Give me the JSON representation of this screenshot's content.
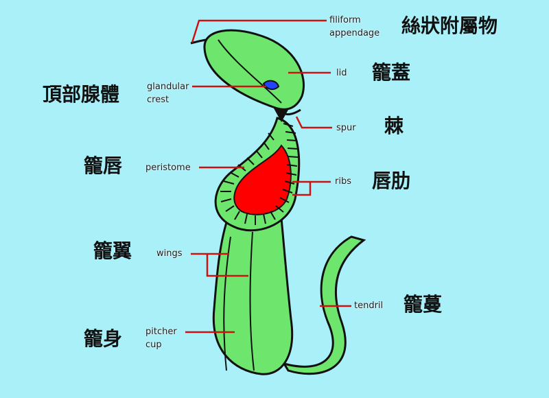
{
  "colors": {
    "background": "#aaf0f8",
    "pitcher_fill": "#6ee66e",
    "outline": "#111111",
    "leader": "#cc1111",
    "inner_mouth": "#ff0000",
    "gland": "#2244ff"
  },
  "labels": {
    "filiform": {
      "en_line1": "filiform",
      "en_line2": "appendage",
      "zh": "絲狀附屬物"
    },
    "lid": {
      "en": "lid",
      "zh": "籠蓋"
    },
    "glandular": {
      "en_line1": "glandular",
      "en_line2": "crest",
      "zh": "頂部腺體"
    },
    "spur": {
      "en": "spur",
      "zh": "棘"
    },
    "peristome": {
      "en": "peristome",
      "zh": "籠唇"
    },
    "ribs": {
      "en": "ribs",
      "zh": "唇肋"
    },
    "wings": {
      "en": "wings",
      "zh": "籠翼"
    },
    "tendril": {
      "en": "tendril",
      "zh": "籠蔓"
    },
    "pitcher": {
      "en_line1": "pitcher",
      "en_line2": "cup",
      "zh": "籠身"
    }
  }
}
